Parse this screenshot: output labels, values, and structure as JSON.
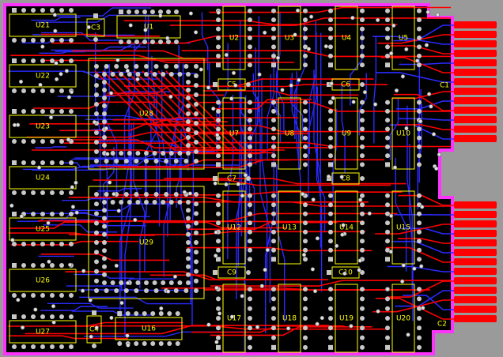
{
  "board": {
    "colors": {
      "background": "#9a9a9a",
      "board": "#000000",
      "outline": "#ff33ff",
      "top_trace": "#ff0000",
      "bottom_trace": "#2a2aff",
      "silk": "#ffff00",
      "pad": "#c8c8c8",
      "via": "#e0e0e0"
    },
    "components": [
      {
        "ref": "U21",
        "type": "dip"
      },
      {
        "ref": "U22",
        "type": "dip"
      },
      {
        "ref": "U23",
        "type": "dip"
      },
      {
        "ref": "U24",
        "type": "dip"
      },
      {
        "ref": "U25",
        "type": "dip"
      },
      {
        "ref": "U26",
        "type": "dip"
      },
      {
        "ref": "U27",
        "type": "dip"
      },
      {
        "ref": "U1",
        "type": "dip"
      },
      {
        "ref": "U16",
        "type": "dip"
      },
      {
        "ref": "U28",
        "type": "plcc"
      },
      {
        "ref": "U29",
        "type": "plcc"
      },
      {
        "ref": "U2",
        "type": "dip"
      },
      {
        "ref": "U3",
        "type": "dip"
      },
      {
        "ref": "U4",
        "type": "dip"
      },
      {
        "ref": "U5",
        "type": "dip"
      },
      {
        "ref": "U7",
        "type": "dip"
      },
      {
        "ref": "U8",
        "type": "dip"
      },
      {
        "ref": "U9",
        "type": "dip"
      },
      {
        "ref": "U10",
        "type": "dip"
      },
      {
        "ref": "U12",
        "type": "dip"
      },
      {
        "ref": "U13",
        "type": "dip"
      },
      {
        "ref": "U14",
        "type": "dip"
      },
      {
        "ref": "U15",
        "type": "dip"
      },
      {
        "ref": "U17",
        "type": "dip"
      },
      {
        "ref": "U18",
        "type": "dip"
      },
      {
        "ref": "U19",
        "type": "dip"
      },
      {
        "ref": "U20",
        "type": "dip"
      },
      {
        "ref": "C3",
        "type": "cap"
      },
      {
        "ref": "C4",
        "type": "cap"
      },
      {
        "ref": "C5",
        "type": "cap"
      },
      {
        "ref": "C6",
        "type": "cap"
      },
      {
        "ref": "C7",
        "type": "cap"
      },
      {
        "ref": "C8",
        "type": "cap"
      },
      {
        "ref": "C9",
        "type": "cap"
      },
      {
        "ref": "C10",
        "type": "cap"
      },
      {
        "ref": "C1",
        "type": "edge-connector-label"
      },
      {
        "ref": "C2",
        "type": "edge-connector-label"
      }
    ]
  }
}
